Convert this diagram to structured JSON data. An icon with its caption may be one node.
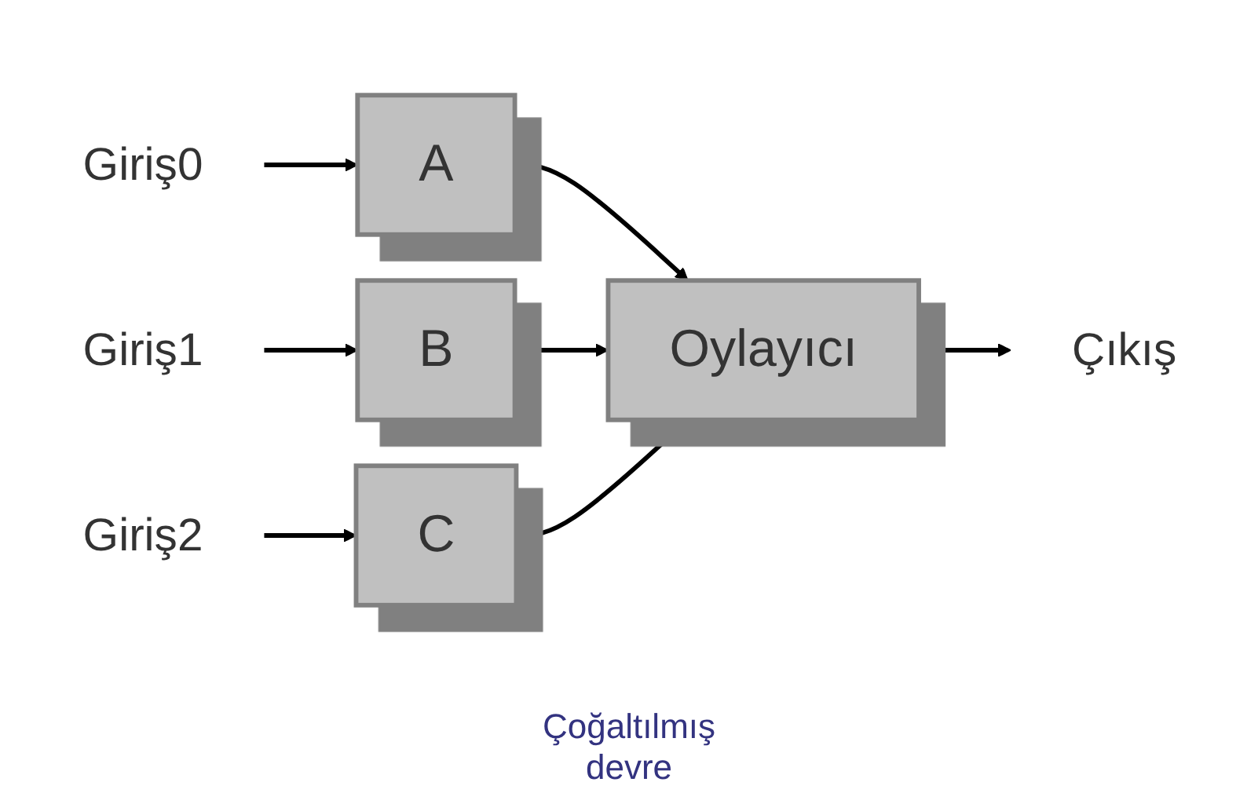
{
  "diagram": {
    "nodes": [
      {
        "text": [
          "Giriş0"
        ]
      },
      {
        "text": [
          "A"
        ]
      },
      {
        "text": [
          "Giriş1"
        ]
      },
      {
        "text": [
          "B"
        ]
      },
      {
        "text": [
          "Giriş2"
        ]
      },
      {
        "text": [
          "C"
        ]
      },
      {
        "text": [
          "Oylayıcı"
        ]
      },
      {
        "text": [
          "Çıkış"
        ]
      }
    ],
    "edges": [
      {
        "from": 0,
        "to": 1,
        "arrow": "to"
      },
      {
        "from": 2,
        "to": 3,
        "arrow": "to"
      },
      {
        "from": 4,
        "to": 5,
        "arrow": "to"
      },
      {
        "from": 1,
        "to": 6,
        "arrow": "to"
      },
      {
        "from": 3,
        "to": 6,
        "arrow": "to"
      },
      {
        "from": 5,
        "to": 6,
        "arrow": "to"
      },
      {
        "from": 6,
        "to": 7,
        "arrow": "to"
      }
    ],
    "labels": [
      "Çoğaltılmış devre"
    ]
  }
}
